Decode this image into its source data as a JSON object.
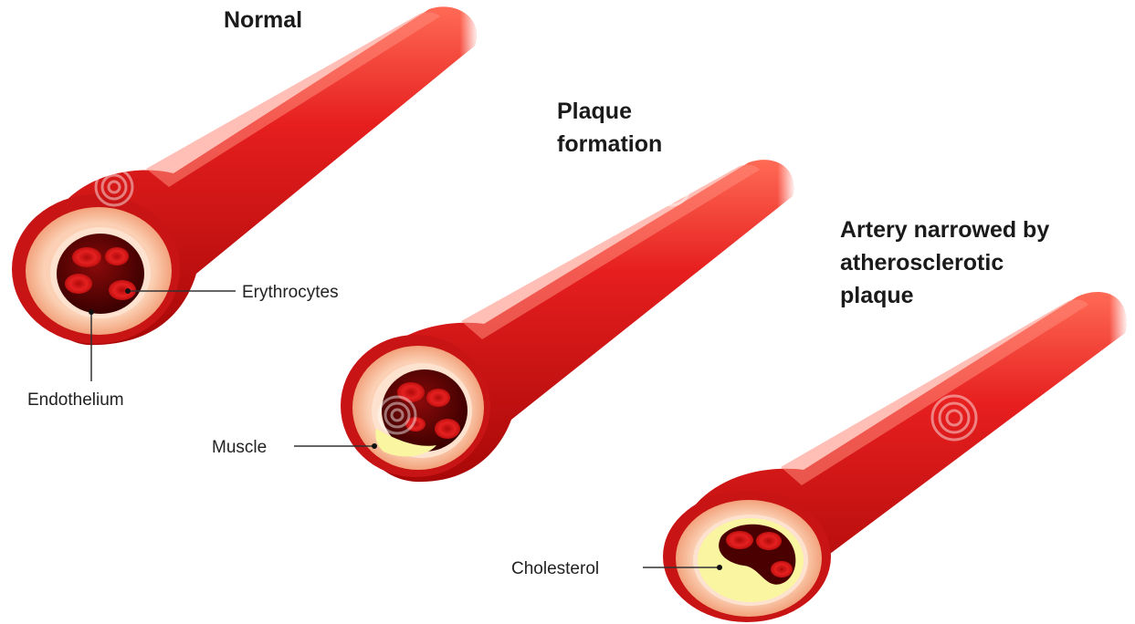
{
  "stages": {
    "normal": {
      "title": [
        "Normal"
      ]
    },
    "plaque_formation": {
      "title": [
        "Plaque",
        "formation"
      ]
    },
    "narrowed": {
      "title": [
        "Artery narrowed by",
        "atherosclerotic",
        "plaque"
      ]
    }
  },
  "labels": {
    "erythrocytes": "Erythrocytes",
    "endothelium": "Endothelium",
    "muscle": "Muscle",
    "cholesterol": "Cholesterol"
  },
  "colors": {
    "vessel_red": "#e31b1b",
    "vessel_dark": "#b00d0d",
    "vessel_highlight": "#ff5a4a",
    "wall_peach": "#f7b48f",
    "wall_light": "#fde2cf",
    "lumen_dark": "#5a0000",
    "erythrocyte": "#d11414",
    "cholesterol_yellow": "#faf5a0"
  },
  "watermark": {
    "icon": "spiral-watermark-icon"
  }
}
